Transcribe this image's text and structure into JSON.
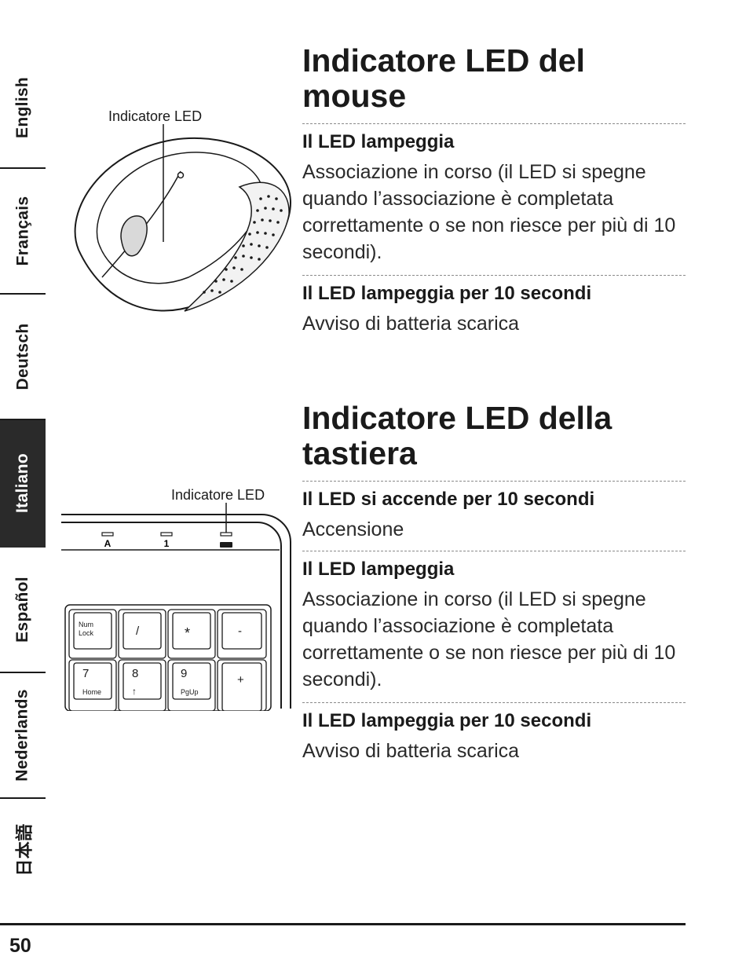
{
  "sidebar": {
    "languages": [
      {
        "label": "English",
        "active": false
      },
      {
        "label": "Français",
        "active": false
      },
      {
        "label": "Deutsch",
        "active": false
      },
      {
        "label": "Italiano",
        "active": true
      },
      {
        "label": "Español",
        "active": false
      },
      {
        "label": "Nederlands",
        "active": false
      },
      {
        "label": "日本語",
        "active": false
      }
    ]
  },
  "mouse_section": {
    "title_line1": "Indicatore LED del",
    "title_line2": "mouse",
    "figure_label": "Indicatore LED",
    "entries": [
      {
        "heading": "Il LED lampeggia",
        "body": "Associazione in corso (il LED si spegne quando l’associazione è completata correttamente o se non riesce per più di 10 secondi)."
      },
      {
        "heading": "Il LED lampeggia per 10 secondi",
        "body": "Avviso di batteria scarica"
      }
    ]
  },
  "keyboard_section": {
    "title_line1": "Indicatore LED della",
    "title_line2": "tastiera",
    "figure_label": "Indicatore LED",
    "indicator_labels": [
      "A",
      "1"
    ],
    "keys": {
      "numlock_line1": "Num",
      "numlock_line2": "Lock",
      "slash": "/",
      "asterisk": "*",
      "minus": "-",
      "seven": "7",
      "home": "Home",
      "eight": "8",
      "up_arrow": "↑",
      "nine": "9",
      "pgup": "PgUp",
      "plus": "+"
    },
    "entries": [
      {
        "heading": "Il LED si accende per 10 secondi",
        "body": "Accensione"
      },
      {
        "heading": "Il LED lampeggia",
        "body": "Associazione in corso (il LED si spegne quando l’associazione è completata correttamente o se non riesce per più di 10 secondi)."
      },
      {
        "heading": "Il LED lampeggia per 10 secondi",
        "body": "Avviso di batteria scarica"
      }
    ]
  },
  "footer": {
    "page_number": "50"
  }
}
